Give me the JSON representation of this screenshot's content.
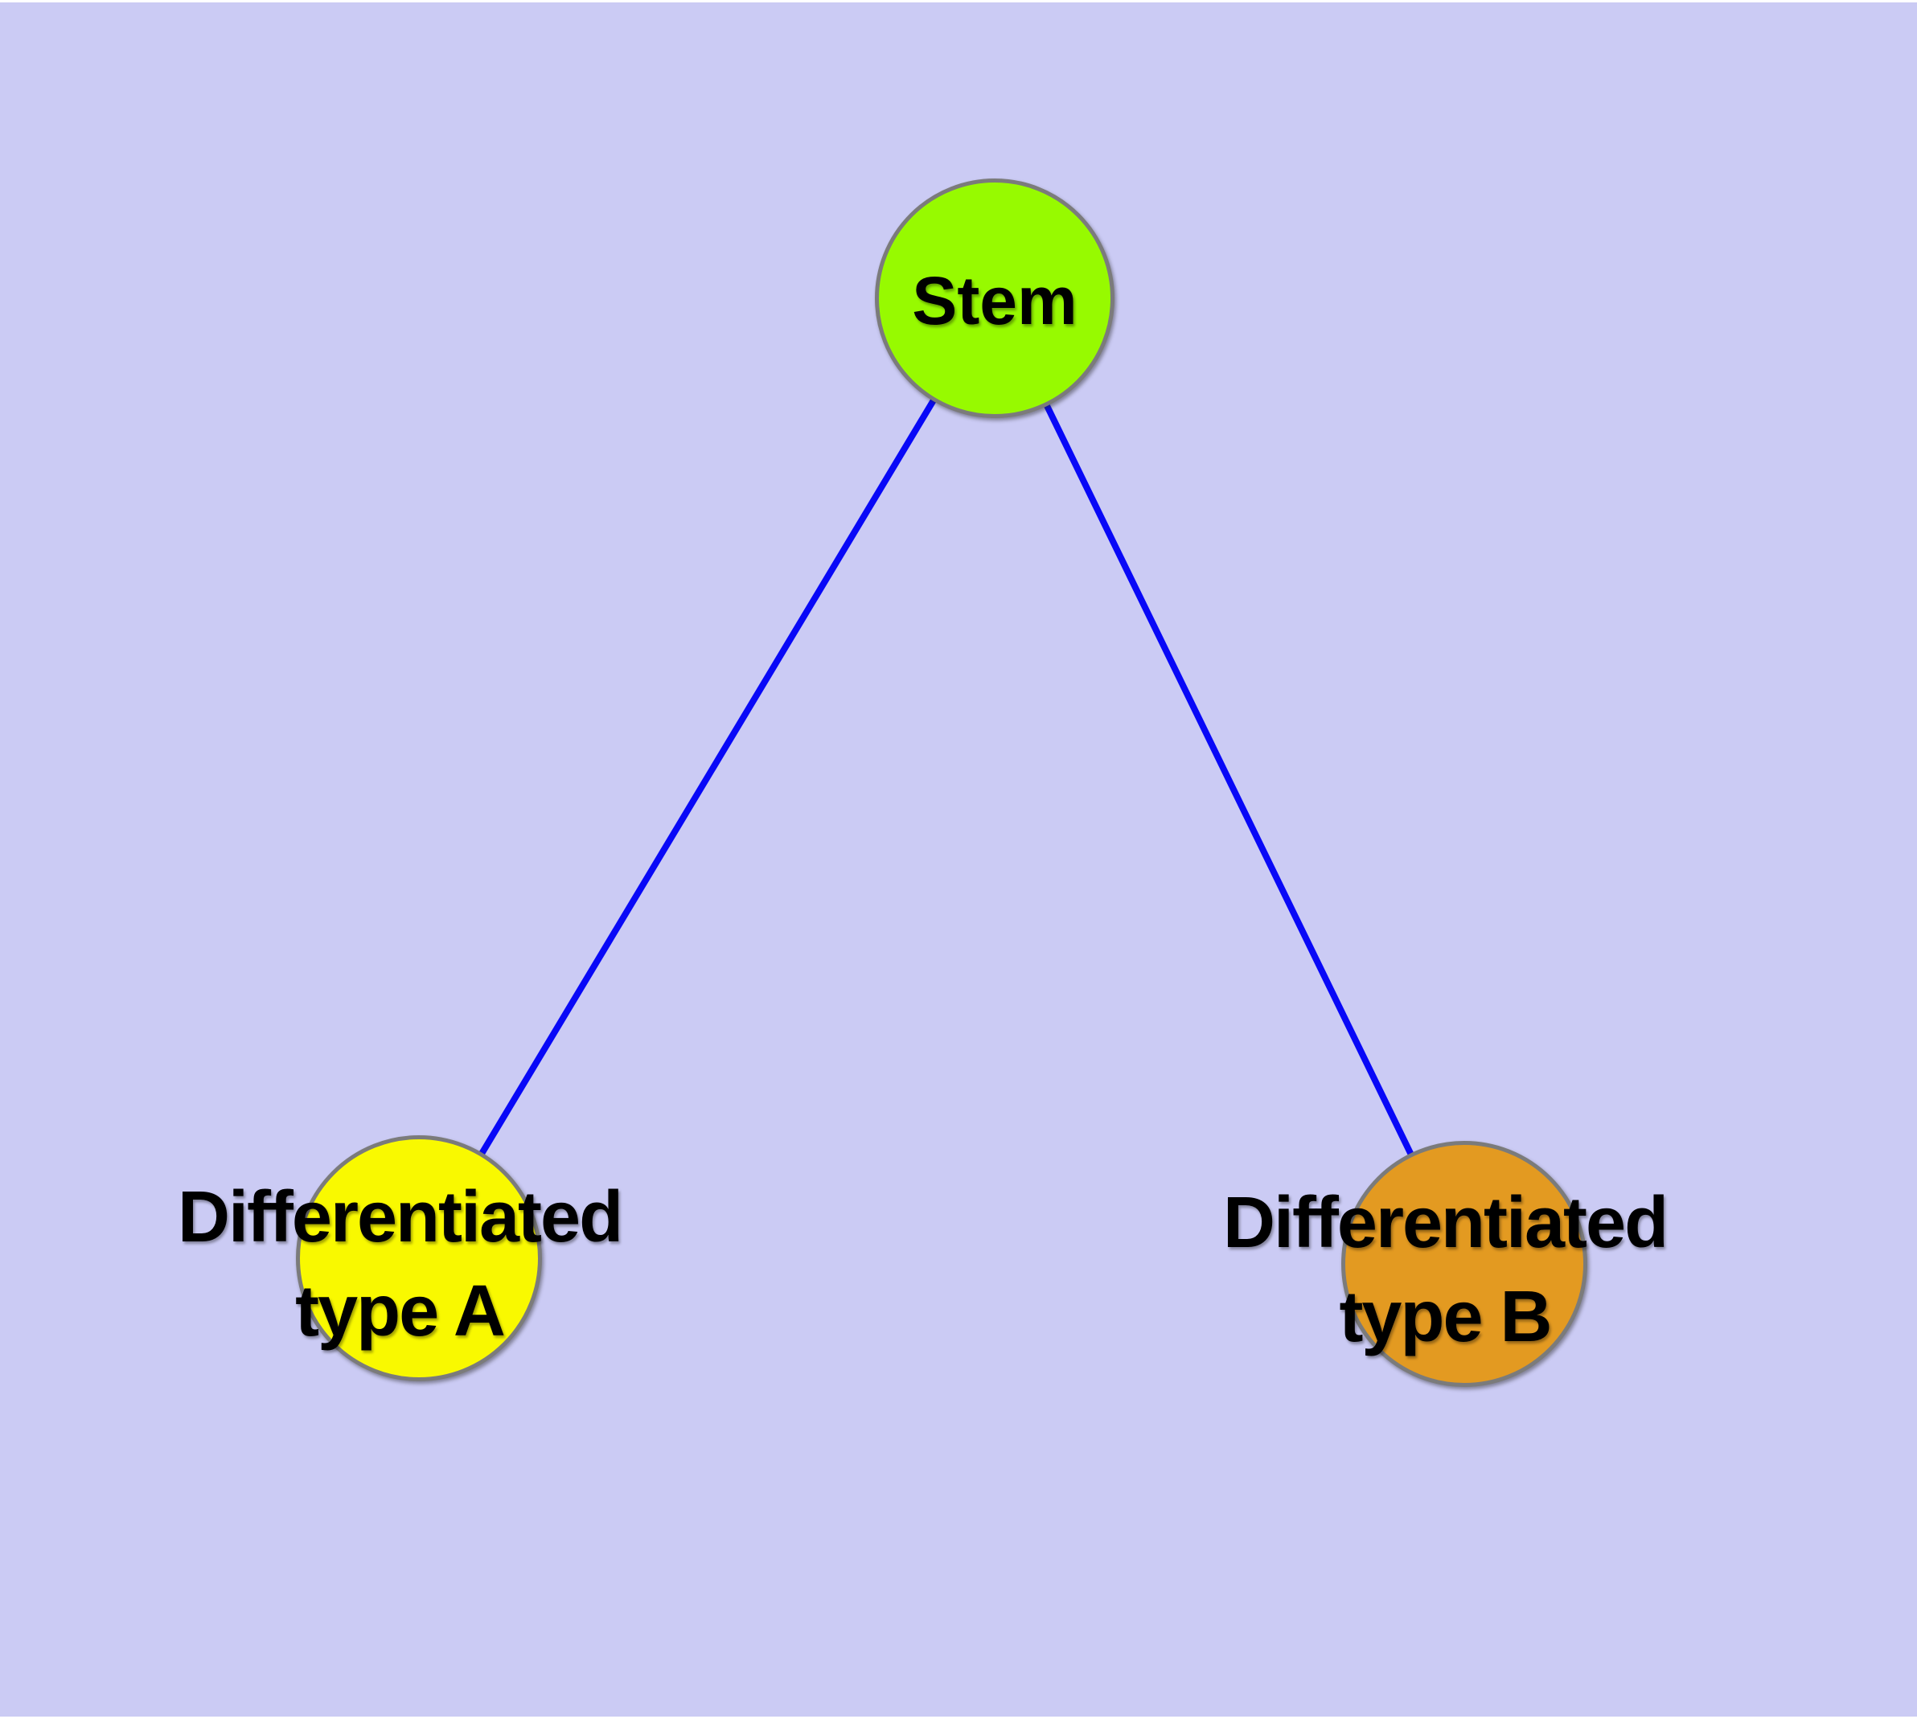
{
  "diagram": {
    "background_color": "#cbcbf4",
    "edge_color": "#0808f7",
    "node_border_color": "#7b7b7b",
    "text_color": "#000000",
    "nodes": [
      {
        "id": "stem",
        "label": "Stem",
        "fill": "#97fa00"
      },
      {
        "id": "differentiated-type-a",
        "label_line1": "Differentiated",
        "label_line2": "type A",
        "fill": "#f9f900"
      },
      {
        "id": "differentiated-type-b",
        "label_line1": "Differentiated",
        "label_line2": "type B",
        "fill": "#e39a21"
      }
    ],
    "edges": [
      {
        "from": "Stem",
        "to": "Differentiated type A"
      },
      {
        "from": "Stem",
        "to": "Differentiated type B"
      }
    ]
  }
}
